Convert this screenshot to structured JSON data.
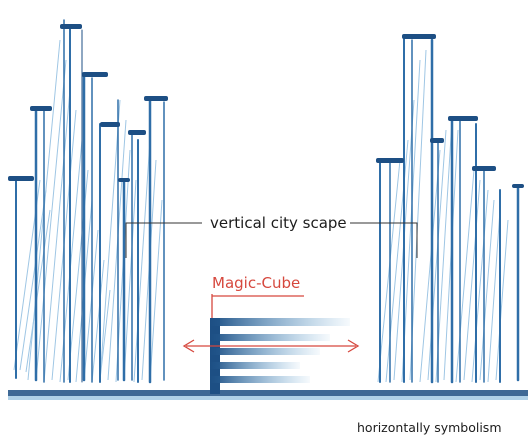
{
  "labels": {
    "vertical": "vertical city scape",
    "cube": "Magic-Cube",
    "horizontal": "horizontally symbolism"
  },
  "colors": {
    "ink_dark": "#1d4f84",
    "ink_mid": "#2f6ea8",
    "ink_light": "#4f98cc",
    "hatch": "#7fb4dc",
    "accent": "#d6483e",
    "text": "#1c1c1c"
  }
}
